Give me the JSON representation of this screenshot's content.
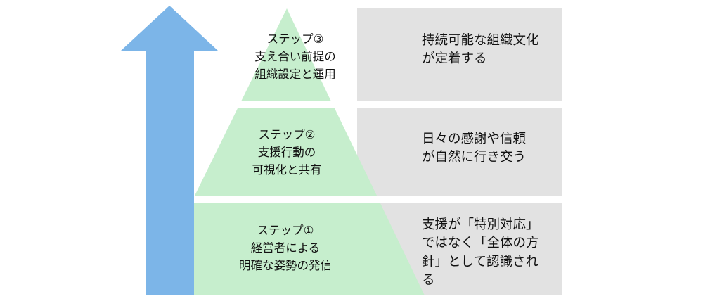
{
  "diagram": {
    "colors": {
      "arrow": "#7cb5e8",
      "tier": "#c6eecd",
      "box": "#e2e2e2",
      "text": "#111111"
    },
    "steps": [
      {
        "label": "ステップ①\n経営者による\n明確な姿勢の発信",
        "outcome": "支援が「特別対応」\nではなく「全体の方\n針」として認識され\nる"
      },
      {
        "label": "ステップ②\n支援行動の\n可視化と共有",
        "outcome": "日々の感謝や信頼\nが自然に行き交う"
      },
      {
        "label": "ステップ③\n支え合い前提の\n組織設定と運用",
        "outcome": "持続可能な組織文化\nが定着する"
      }
    ]
  }
}
